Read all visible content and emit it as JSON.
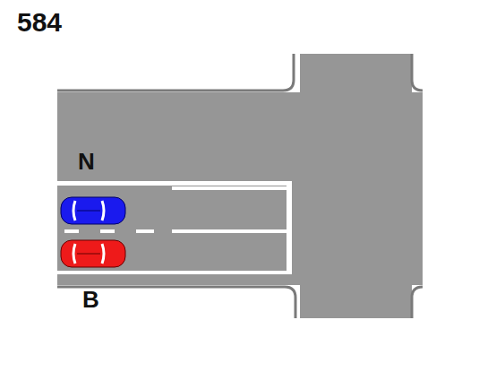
{
  "diagram": {
    "title": "584",
    "labels": [
      "N",
      "B"
    ]
  }
}
